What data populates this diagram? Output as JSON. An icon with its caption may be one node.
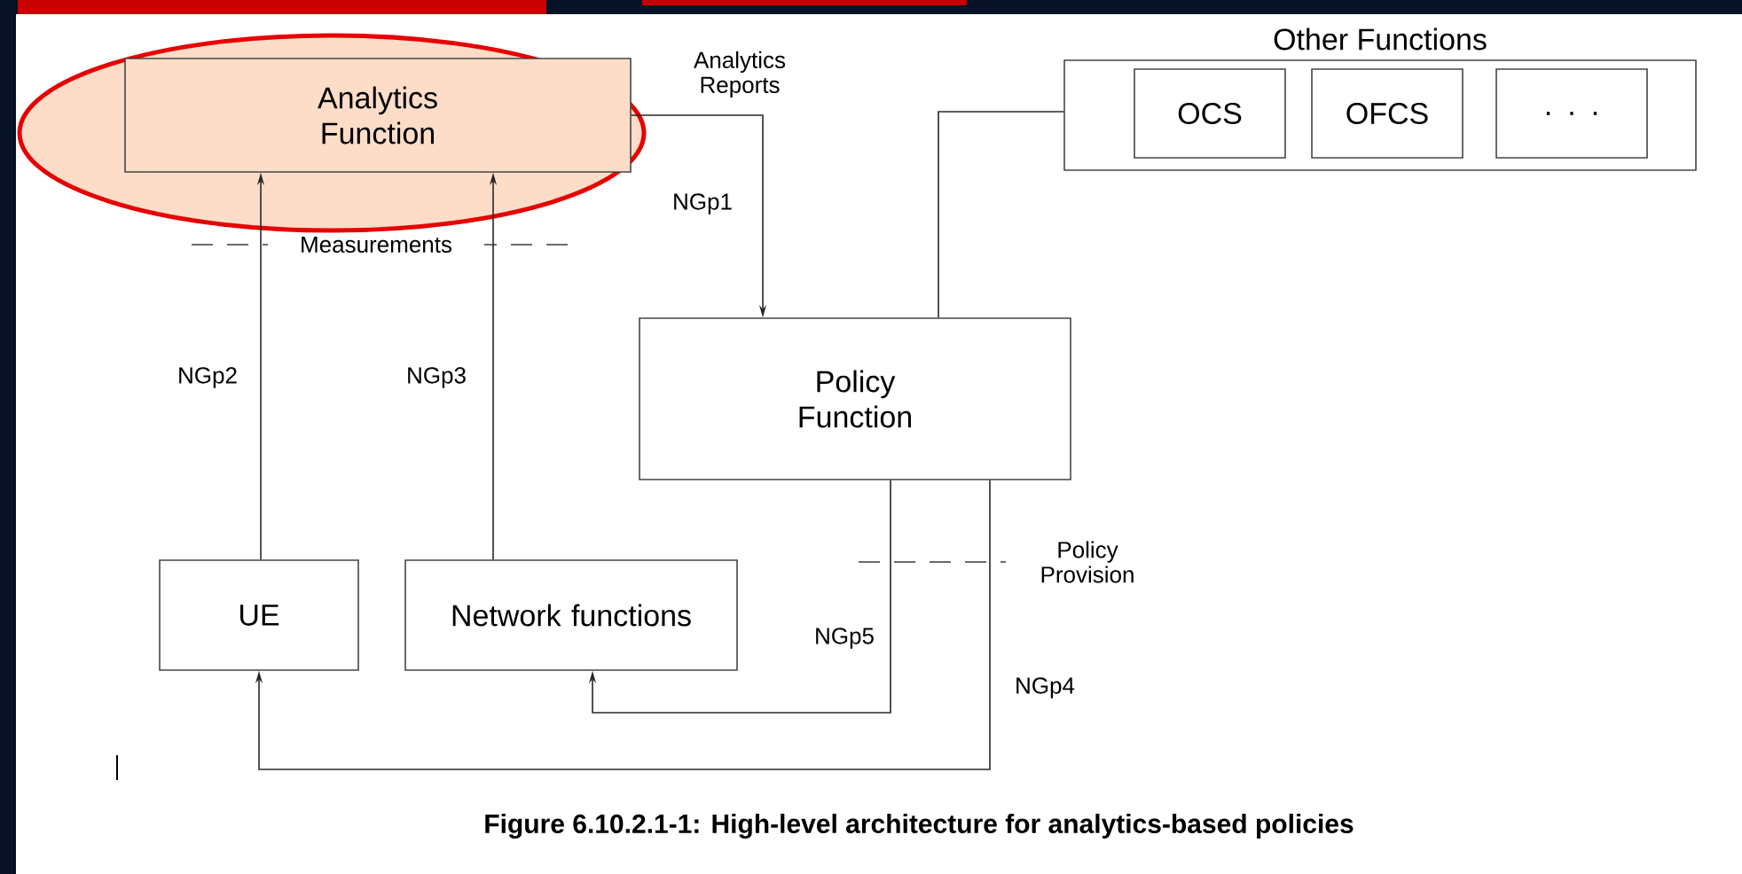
{
  "diagram": {
    "caption": "Figure 6.10.2.1-1: High-level architecture for analytics-based policies",
    "nodes": [
      {
        "text": [
          "Analytics Function"
        ]
      },
      {
        "text": [
          "Other Functions"
        ]
      },
      {
        "text": [
          "OCS"
        ],
        "in": 1
      },
      {
        "text": [
          "OFCS"
        ],
        "in": 1
      },
      {
        "text": [
          ". . ."
        ],
        "in": 1
      },
      {
        "text": [
          "Policy Function"
        ]
      },
      {
        "text": [
          "UE"
        ]
      },
      {
        "text": [
          "Network functions"
        ]
      }
    ],
    "edges": [
      {
        "from": 0,
        "to": 5,
        "arrow": "to",
        "label": "NGp1"
      },
      {
        "from": 6,
        "to": 0,
        "arrow": "to",
        "label": "NGp2"
      },
      {
        "from": 7,
        "to": 0,
        "arrow": "to",
        "label": "NGp3"
      },
      {
        "from": 1,
        "to": 5,
        "arrow": "none"
      },
      {
        "from": 5,
        "to": 6,
        "arrow": "to",
        "label": "NGp4"
      },
      {
        "from": 5,
        "to": 7,
        "arrow": "to",
        "label": "NGp5"
      }
    ],
    "labels": [
      "Analytics Reports",
      "Measurements",
      "Policy Provision"
    ]
  }
}
